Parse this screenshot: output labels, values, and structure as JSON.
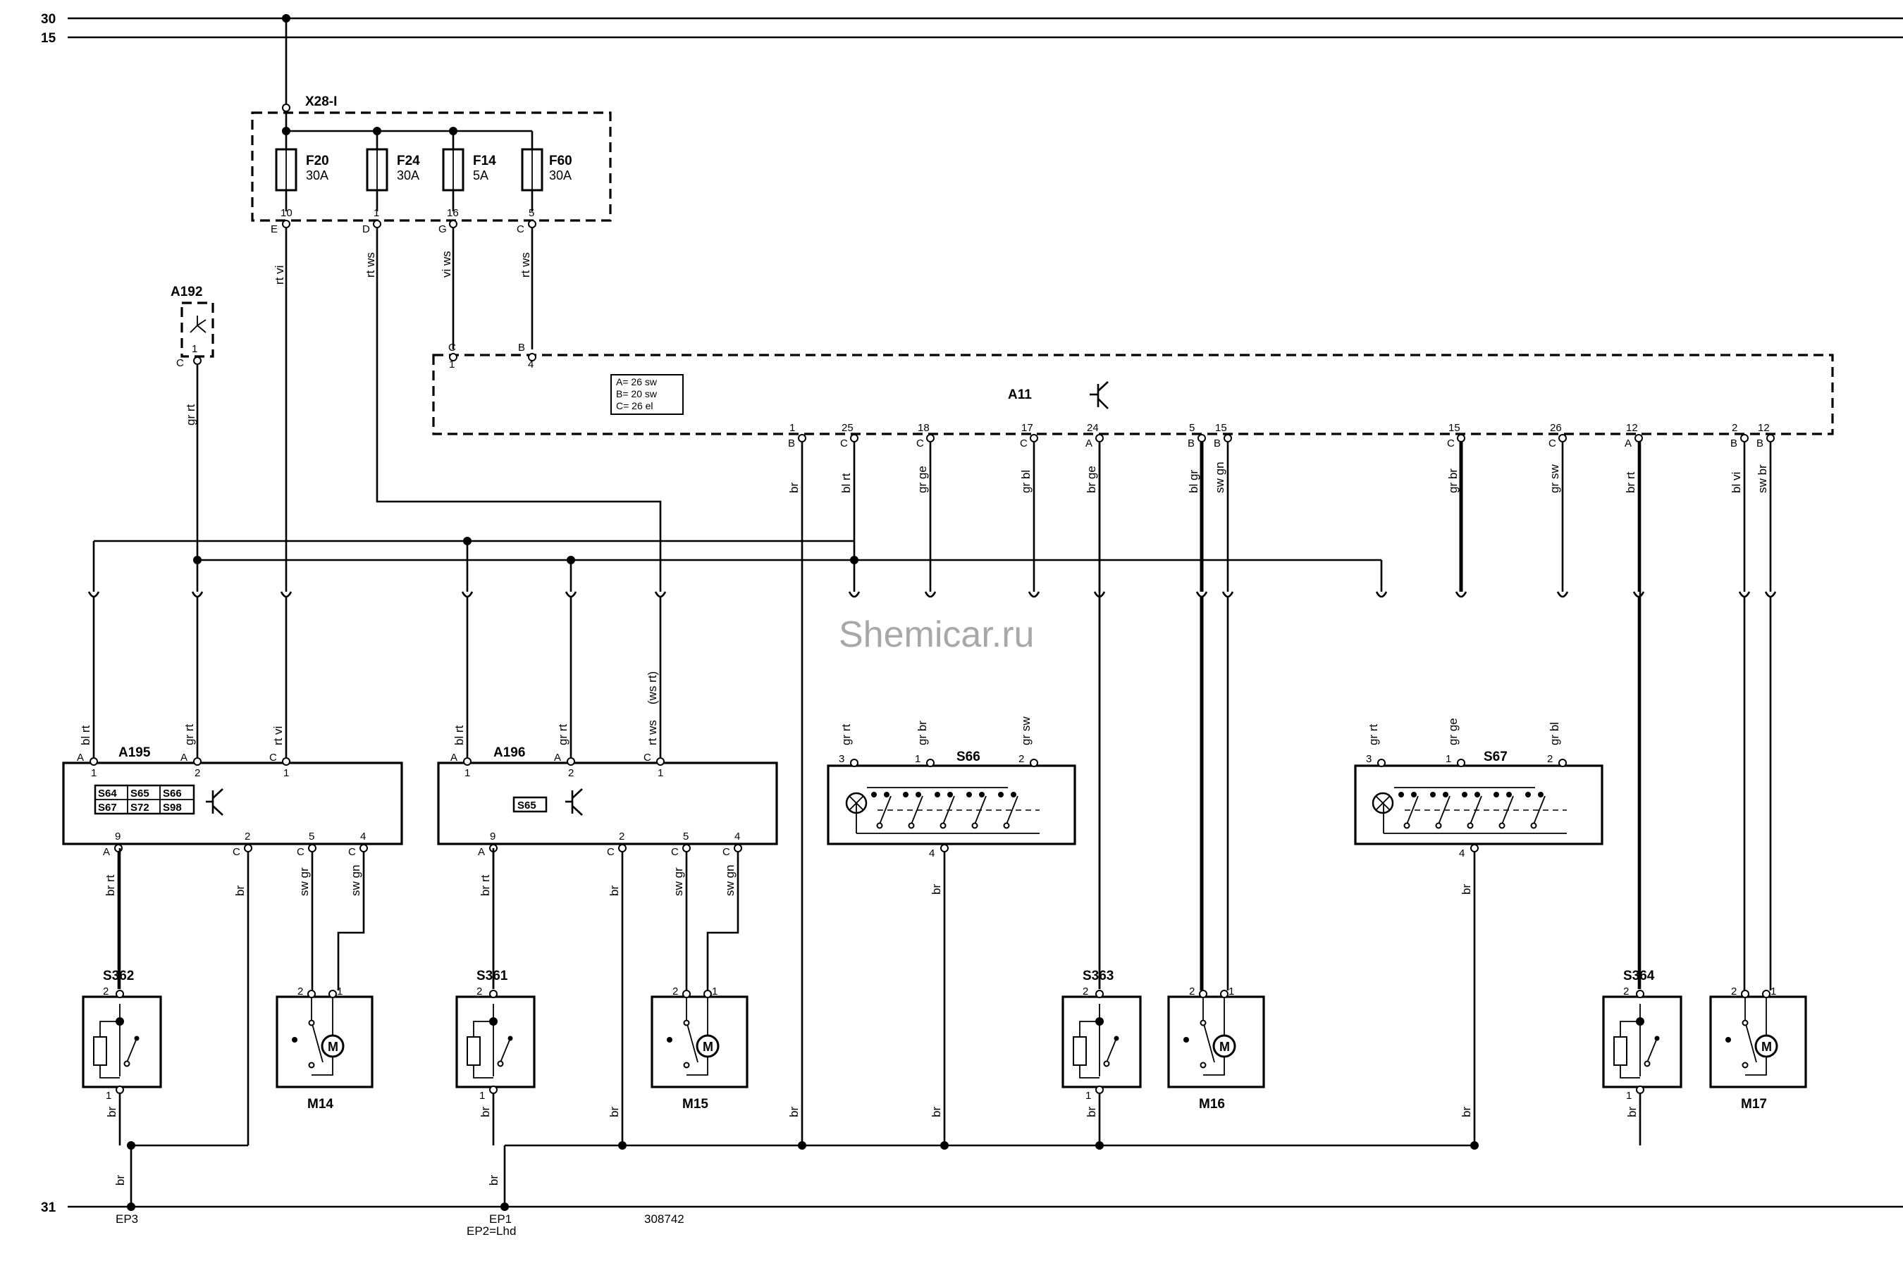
{
  "rails": {
    "r30": "30",
    "r15": "15",
    "r31": "31"
  },
  "watermark": "Shemicar.ru",
  "fuse_box": {
    "name": "X28-I",
    "fuses": [
      {
        "name": "F20",
        "rating": "30A",
        "pin": "10",
        "plug": "E",
        "wire": "rt vi"
      },
      {
        "name": "F24",
        "rating": "30A",
        "pin": "1",
        "plug": "D",
        "wire": "rt ws"
      },
      {
        "name": "F14",
        "rating": "5A",
        "pin": "16",
        "plug": "G",
        "wire": "vi ws"
      },
      {
        "name": "F60",
        "rating": "30A",
        "pin": "5",
        "plug": "C",
        "wire": "rt ws"
      }
    ]
  },
  "a192": {
    "name": "A192",
    "pin": "1",
    "plug": "C",
    "wire": "gr rt"
  },
  "a11": {
    "name": "A11",
    "legend": [
      "A= 26 sw",
      "B= 20 sw",
      "C= 26 el"
    ],
    "top_pins": [
      {
        "pin": "1",
        "plug": "C"
      },
      {
        "pin": "4",
        "plug": "B"
      }
    ],
    "bottom_pins": [
      {
        "pin": "1",
        "plug": "B",
        "wire": "br"
      },
      {
        "pin": "25",
        "plug": "C",
        "wire": "bl rt"
      },
      {
        "pin": "18",
        "plug": "C",
        "wire": "gr ge"
      },
      {
        "pin": "17",
        "plug": "C",
        "wire": "gr bl"
      },
      {
        "pin": "24",
        "plug": "A",
        "wire": "br ge"
      },
      {
        "pin": "5",
        "plug": "B",
        "wire": "bl gr"
      },
      {
        "pin": "15",
        "plug": "B",
        "wire": "sw gn"
      },
      {
        "pin": "15",
        "plug": "C",
        "wire": "gr br"
      },
      {
        "pin": "26",
        "plug": "C",
        "wire": "gr sw"
      },
      {
        "pin": "12",
        "plug": "A",
        "wire": "br rt"
      },
      {
        "pin": "2",
        "plug": "B",
        "wire": "bl vi"
      },
      {
        "pin": "12",
        "plug": "B",
        "wire": "sw br"
      }
    ]
  },
  "a195": {
    "name": "A195",
    "switches": [
      "S64",
      "S65",
      "S66",
      "S67",
      "S72",
      "S98"
    ],
    "top_pins": [
      {
        "pin": "1",
        "plug": "A",
        "wire": "bl rt"
      },
      {
        "pin": "2",
        "plug": "A",
        "wire": "gr rt"
      },
      {
        "pin": "1",
        "plug": "C",
        "wire": "rt vi"
      }
    ],
    "bottom_pins": [
      {
        "pin": "9",
        "plug": "A",
        "wire": "br rt"
      },
      {
        "pin": "2",
        "plug": "C",
        "wire": "br"
      },
      {
        "pin": "5",
        "plug": "C",
        "wire": "sw gr"
      },
      {
        "pin": "4",
        "plug": "C",
        "wire": "sw gn"
      }
    ]
  },
  "a196": {
    "name": "A196",
    "switches": [
      "S65"
    ],
    "top_pins": [
      {
        "pin": "1",
        "plug": "A",
        "wire": "bl rt"
      },
      {
        "pin": "2",
        "plug": "A",
        "wire": "gr rt"
      },
      {
        "pin": "1",
        "plug": "C",
        "wire": "rt ws",
        "alt": "(ws rt)"
      }
    ],
    "bottom_pins": [
      {
        "pin": "9",
        "plug": "A",
        "wire": "br rt"
      },
      {
        "pin": "2",
        "plug": "C",
        "wire": "br"
      },
      {
        "pin": "5",
        "plug": "C",
        "wire": "sw gr"
      },
      {
        "pin": "4",
        "plug": "C",
        "wire": "sw gn"
      }
    ]
  },
  "s66": {
    "name": "S66",
    "top_pins": [
      {
        "pin": "3",
        "wire": "gr rt"
      },
      {
        "pin": "1",
        "wire": "gr br"
      },
      {
        "pin": "2",
        "wire": "gr sw"
      }
    ],
    "bottom": {
      "pin": "4",
      "wire": "br"
    }
  },
  "s67": {
    "name": "S67",
    "top_pins": [
      {
        "pin": "3",
        "wire": "gr rt"
      },
      {
        "pin": "1",
        "wire": "gr ge"
      },
      {
        "pin": "2",
        "wire": "gr bl"
      }
    ],
    "bottom": {
      "pin": "4",
      "wire": "br"
    }
  },
  "door_switches": [
    {
      "name": "S362",
      "pin_top": "2",
      "pin_bottom": "1",
      "wire": "br"
    },
    {
      "name": "S361",
      "pin_top": "2",
      "pin_bottom": "1",
      "wire": "br"
    },
    {
      "name": "S363",
      "pin_top": "2",
      "pin_bottom": "1",
      "wire": "br"
    },
    {
      "name": "S364",
      "pin_top": "2",
      "pin_bottom": "1",
      "wire": "br"
    }
  ],
  "motors": [
    {
      "name": "M14",
      "pins": [
        "2",
        "1"
      ]
    },
    {
      "name": "M15",
      "pins": [
        "2",
        "1"
      ]
    },
    {
      "name": "M16",
      "pins": [
        "2",
        "1"
      ]
    },
    {
      "name": "M17",
      "pins": [
        "2",
        "1"
      ]
    }
  ],
  "ground_wires": [
    "br",
    "br",
    "br",
    "br",
    "br",
    "br",
    "br"
  ],
  "ground_points": [
    "EP3",
    "EP1",
    "EP2=Lhd"
  ],
  "diagram_no": "308742"
}
